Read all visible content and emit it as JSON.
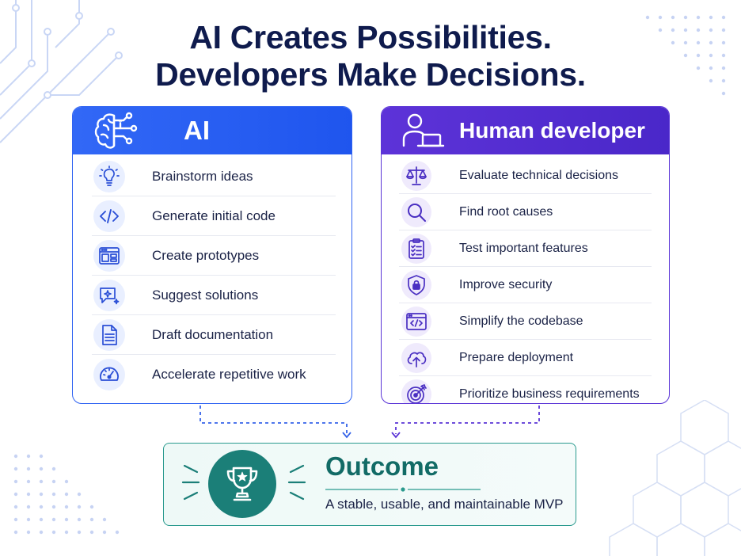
{
  "title": {
    "line1": "AI Creates Possibilities.",
    "line2": "Developers Make Decisions."
  },
  "ai_panel": {
    "title": "AI",
    "icon": "brain-circuit-icon",
    "accent": "#2f63f2",
    "items": [
      {
        "label": "Brainstorm ideas",
        "icon": "lightbulb-icon"
      },
      {
        "label": "Generate initial code",
        "icon": "code-brackets-icon"
      },
      {
        "label": "Create prototypes",
        "icon": "browser-layout-icon"
      },
      {
        "label": "Suggest solutions",
        "icon": "chat-sparkle-icon"
      },
      {
        "label": "Draft documentation",
        "icon": "document-icon"
      },
      {
        "label": "Accelerate repetitive work",
        "icon": "speedometer-icon"
      }
    ]
  },
  "human_panel": {
    "title": "Human developer",
    "icon": "person-laptop-icon",
    "accent": "#5a34d6",
    "items": [
      {
        "label": "Evaluate technical decisions",
        "icon": "balance-scale-icon"
      },
      {
        "label": "Find root causes",
        "icon": "magnifier-icon"
      },
      {
        "label": "Test important features",
        "icon": "checklist-icon"
      },
      {
        "label": "Improve security",
        "icon": "shield-lock-icon"
      },
      {
        "label": "Simplify the codebase",
        "icon": "code-window-icon"
      },
      {
        "label": "Prepare deployment",
        "icon": "cloud-upload-icon"
      },
      {
        "label": "Prioritize business requirements",
        "icon": "target-icon"
      }
    ]
  },
  "outcome": {
    "title": "Outcome",
    "text": "A stable, usable, and maintainable MVP",
    "icon": "trophy-icon",
    "accent": "#1b7f78"
  }
}
